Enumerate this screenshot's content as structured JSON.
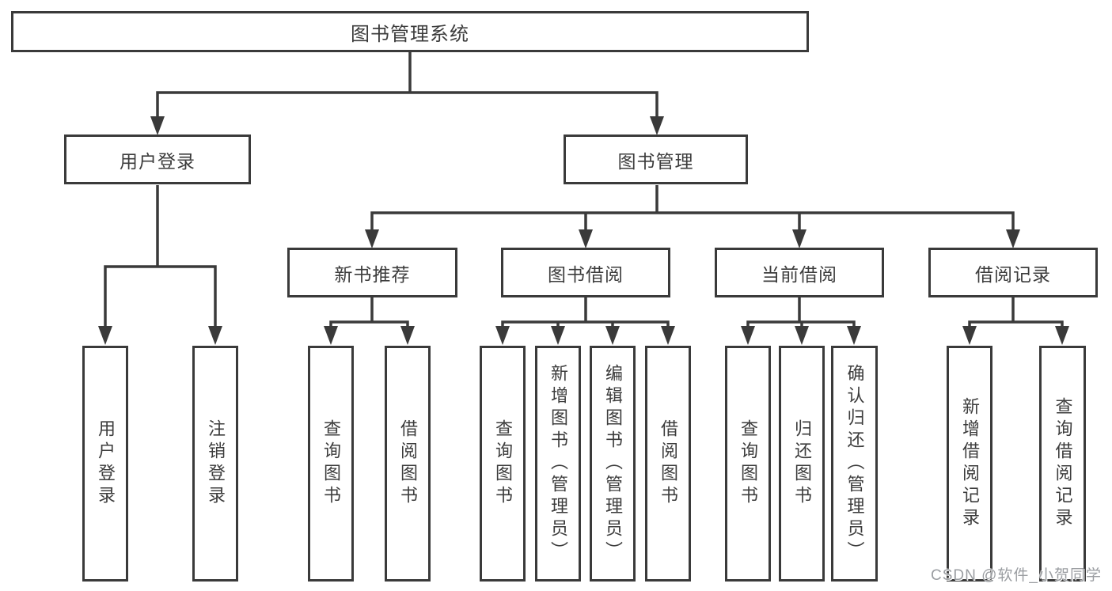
{
  "diagram": {
    "root": {
      "label": "图书管理系统"
    },
    "branches": [
      {
        "label": "用户登录",
        "children": [
          "用户登录",
          "注销登录"
        ]
      },
      {
        "label": "图书管理",
        "sections": [
          {
            "label": "新书推荐",
            "children": [
              "查询图书",
              "借阅图书"
            ]
          },
          {
            "label": "图书借阅",
            "children": [
              "查询图书",
              "新增图书（管理员）",
              "编辑图书（管理员）",
              "借阅图书"
            ]
          },
          {
            "label": "当前借阅",
            "children": [
              "查询图书",
              "归还图书",
              "确认归还（管理员）"
            ]
          },
          {
            "label": "借阅记录",
            "children": [
              "新增借阅记录",
              "查询借阅记录"
            ]
          }
        ]
      }
    ]
  },
  "watermark": "CSDN @软件_小贺同学",
  "colors": {
    "line": "#3a3a3a",
    "text": "#3c3c3c",
    "box_background": "#ffffff",
    "watermark_text": "#9a9da1"
  }
}
